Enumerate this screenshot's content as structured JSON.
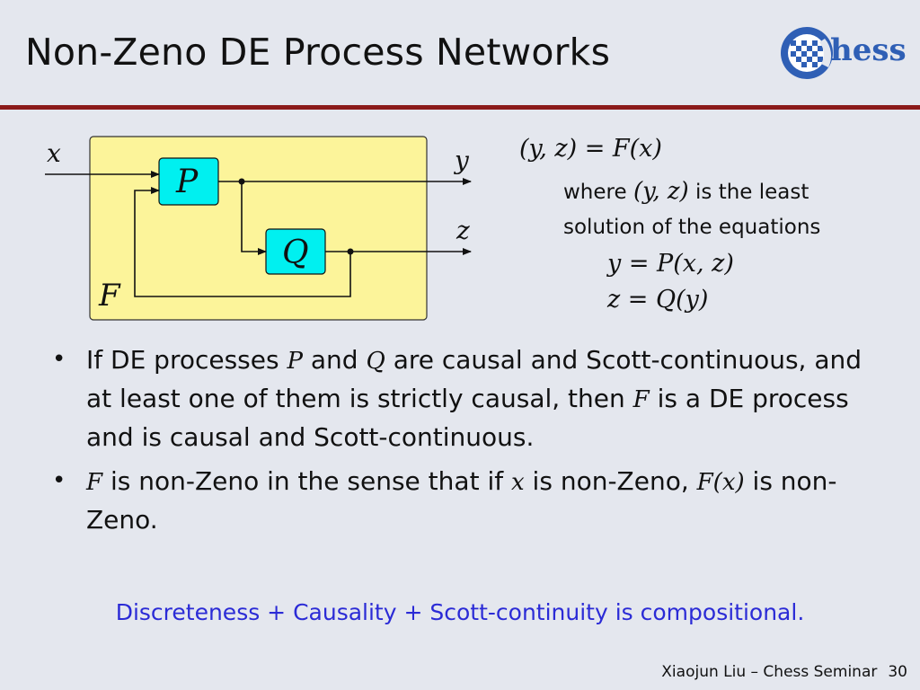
{
  "slide": {
    "title": "Non-Zeno DE Process Networks",
    "logo_text": "hess",
    "logo_colors": {
      "ring": "#2f5fb5",
      "text": "#2f5fb5",
      "checker": "#ffffff"
    }
  },
  "diagram": {
    "input_label": "x",
    "output_y_label": "y",
    "output_z_label": "z",
    "block_p_label": "P",
    "block_q_label": "Q",
    "composite_label": "F",
    "box_color": "#fcf49a",
    "block_color": "#00f0f0"
  },
  "equations": {
    "main": "(y, z) = F(x)",
    "where_prefix": "where",
    "where_math": "(y, z)",
    "where_suffix": "is the least",
    "solution_line": "solution of the equations",
    "eq1": "y = P(x, z)",
    "eq2": "z = Q(y)"
  },
  "bullets": [
    {
      "parts": [
        {
          "t": "If DE processes "
        },
        {
          "m": "P"
        },
        {
          "t": " and "
        },
        {
          "m": "Q"
        },
        {
          "t": " are causal and Scott-continuous, and at least one of them is strictly causal, then "
        },
        {
          "m": "F"
        },
        {
          "t": " is a DE process and is causal and Scott-continuous."
        }
      ]
    },
    {
      "parts": [
        {
          "m": "F"
        },
        {
          "t": " is non-Zeno in the sense that if "
        },
        {
          "m": "x"
        },
        {
          "t": " is non-Zeno, "
        },
        {
          "m": "F(x)"
        },
        {
          "t": " is non-Zeno."
        }
      ]
    }
  ],
  "conclusion": "Discreteness + Causality + Scott-continuity is compositional.",
  "footer": {
    "author": "Xiaojun Liu – Chess Seminar",
    "page": "30"
  }
}
